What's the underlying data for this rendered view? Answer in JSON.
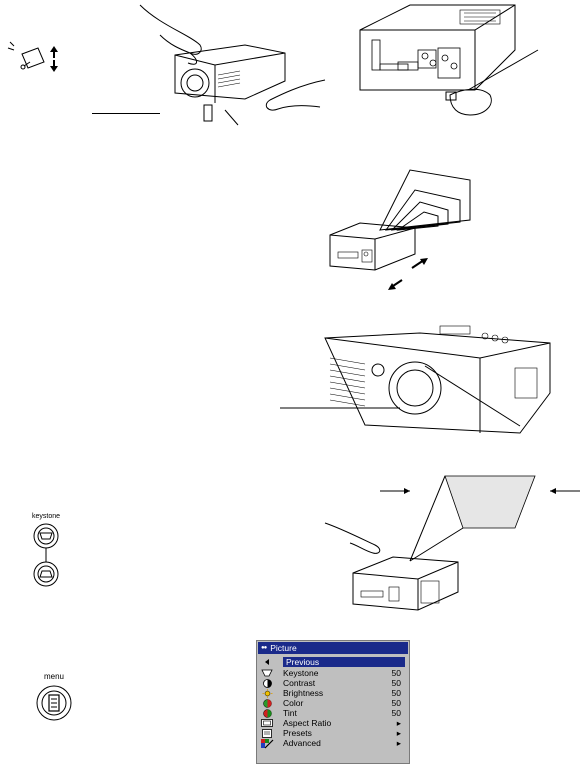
{
  "buttons": {
    "keystone_label": "keystone",
    "menu_label": "menu"
  },
  "osd_menu": {
    "title": "Picture",
    "items": [
      {
        "label": "Previous",
        "value": "",
        "icon": "back-arrow-icon"
      },
      {
        "label": "Keystone",
        "value": "50",
        "icon": "keystone-icon"
      },
      {
        "label": "Contrast",
        "value": "50",
        "icon": "contrast-icon"
      },
      {
        "label": "Brightness",
        "value": "50",
        "icon": "brightness-icon"
      },
      {
        "label": "Color",
        "value": "50",
        "icon": "color-icon"
      },
      {
        "label": "Tint",
        "value": "50",
        "icon": "tint-icon"
      },
      {
        "label": "Aspect Ratio",
        "value": "▸",
        "icon": "aspect-ratio-icon"
      },
      {
        "label": "Presets",
        "value": "▸",
        "icon": "presets-icon"
      },
      {
        "label": "Advanced",
        "value": "▸",
        "icon": "advanced-icon"
      }
    ]
  }
}
